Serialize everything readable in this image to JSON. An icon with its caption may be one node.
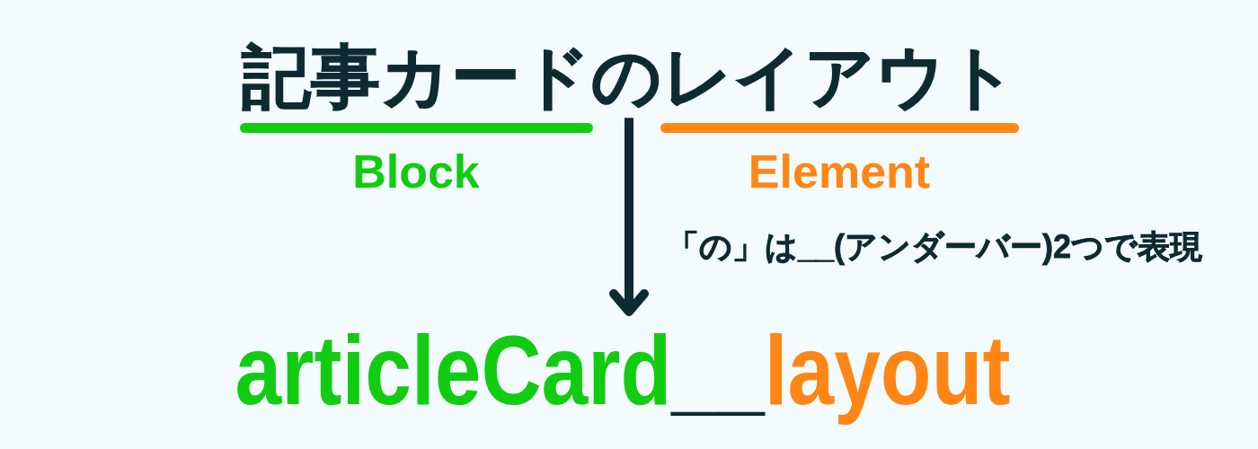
{
  "diagram": {
    "nodes": [
      {
        "text": [
          "記事カード",
          "の",
          "レイアウト"
        ]
      },
      {
        "text": [
          "articleCard",
          "__",
          "layout"
        ]
      }
    ],
    "edges": [
      {
        "from": 0,
        "to": 1,
        "arrow": "to",
        "label": "「の」は__(アンダーバー)2つで表現"
      }
    ],
    "labels": [
      "Block",
      "Element"
    ]
  }
}
